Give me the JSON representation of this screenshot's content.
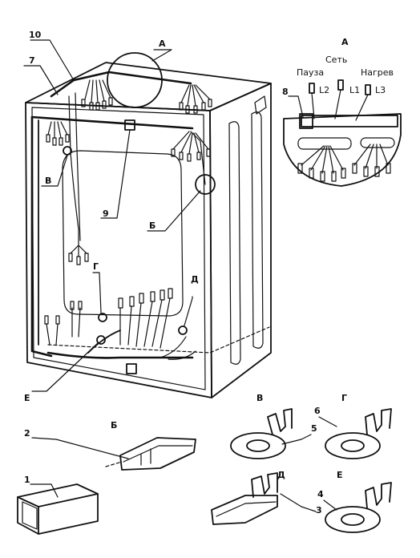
{
  "callouts": {
    "n10": "10",
    "n7": "7",
    "n9": "9",
    "n8": "8",
    "n2": "2",
    "n1": "1",
    "n3": "3",
    "n4": "4",
    "n5": "5",
    "n6": "6",
    "A_main": "А",
    "B_v": "В",
    "B_b": "Б",
    "G": "Г",
    "D": "Д",
    "E": "Е"
  },
  "detail_a": {
    "title": "А",
    "network": "Сеть",
    "pause": "Пауза",
    "heating": "Нагрев",
    "l1": "L1",
    "l2": "L2",
    "l3": "L3"
  },
  "terminals": {
    "b_title": "Б",
    "v_title": "В",
    "g_title": "Г",
    "d_title": "Д",
    "e_title": "Е"
  }
}
